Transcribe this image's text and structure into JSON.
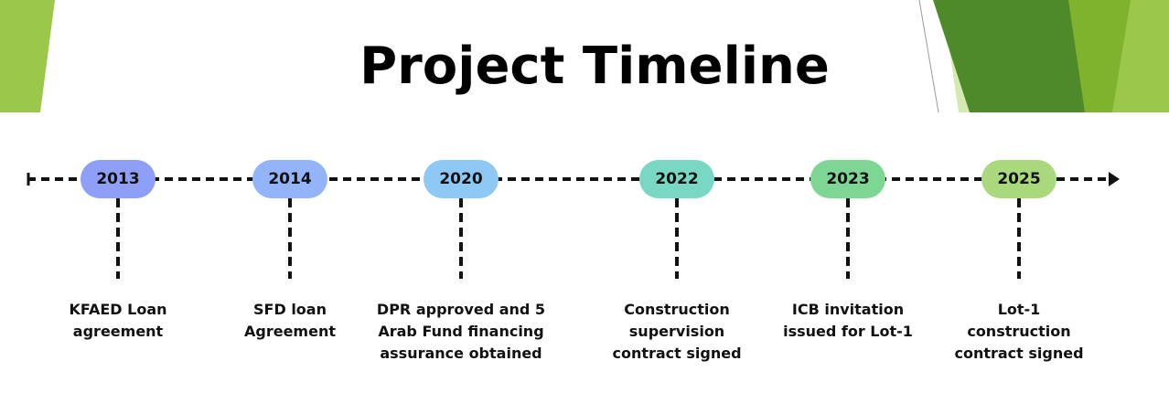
{
  "title": "Project Timeline",
  "colors": {
    "accent_light": "#9bc84a",
    "accent_mid": "#7fb22d",
    "accent_dark": "#4f8a2a",
    "line": "#111111"
  },
  "milestones": [
    {
      "year": "2013",
      "text": "KFAED Loan agreement",
      "lines": [
        "KFAED Loan",
        "agreement"
      ],
      "color": "#8f9ef7"
    },
    {
      "year": "2014",
      "text": "SFD loan Agreement",
      "lines": [
        "SFD loan",
        "Agreement"
      ],
      "color": "#93b4f8"
    },
    {
      "year": "2020",
      "text": "DPR approved and 5 Arab Fund financing assurance obtained",
      "lines": [
        "DPR approved and 5",
        "Arab Fund financing",
        "assurance obtained"
      ],
      "color": "#8ec8f5"
    },
    {
      "year": "2022",
      "text": "Construction supervision contract signed",
      "lines": [
        "Construction",
        "supervision",
        "contract signed"
      ],
      "color": "#78d8c3"
    },
    {
      "year": "2023",
      "text": "ICB invitation issued for Lot-1",
      "lines": [
        "ICB invitation",
        "issued for Lot-1"
      ],
      "color": "#7ed695"
    },
    {
      "year": "2025",
      "text": "Lot-1 construction contract signed",
      "lines": [
        "Lot-1",
        "construction",
        "contract signed"
      ],
      "color": "#a9d97c"
    }
  ]
}
